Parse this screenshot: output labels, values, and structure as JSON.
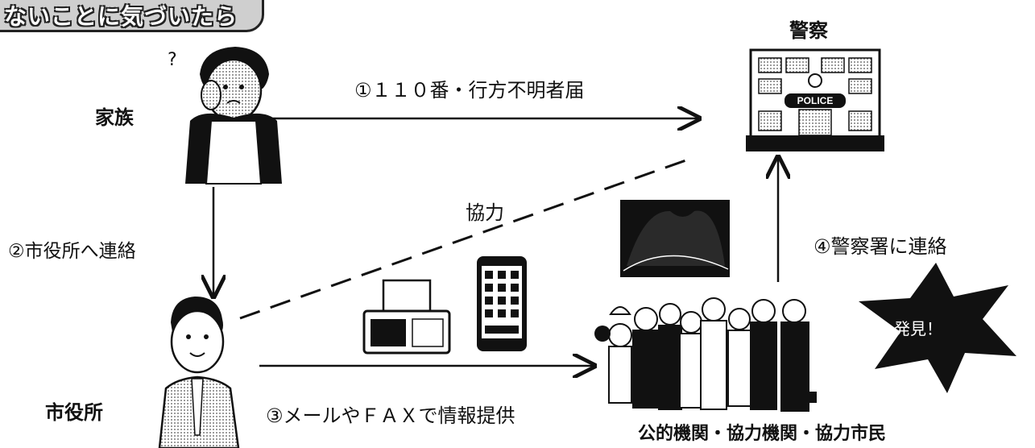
{
  "banner": {
    "text": "ないことに気づいたら"
  },
  "nodes": {
    "family": "家族",
    "police": "警察",
    "city_hall": "市役所",
    "partners": "公的機関・協力機関・協力市民"
  },
  "edges": {
    "e1": "①１１０番・行方不明者届",
    "e2": "②市役所へ連絡",
    "e3": "③メールやＦＡＸで情報提供",
    "e4": "④警察署に連絡",
    "cooperation": "協力"
  },
  "question_mark": "?",
  "found_badge": "発見！",
  "police_sign": "POLICE",
  "icons": [
    "elderly-woman-icon",
    "police-station-icon",
    "city-official-icon",
    "fax-machine-icon",
    "smartphone-icon",
    "crowd-icon",
    "found-starburst-icon"
  ]
}
